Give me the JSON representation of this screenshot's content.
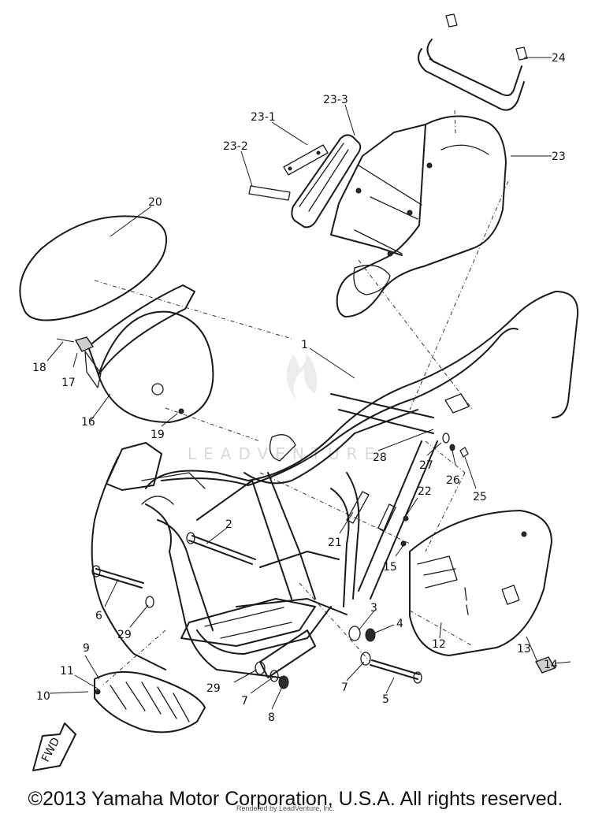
{
  "labels": [
    "1",
    "2",
    "3",
    "4",
    "5",
    "6",
    "7",
    "7",
    "8",
    "9",
    "10",
    "11",
    "12",
    "13",
    "14",
    "15",
    "16",
    "17",
    "18",
    "19",
    "20",
    "21",
    "22",
    "23",
    "23-1",
    "23-2",
    "23-3",
    "24",
    "25",
    "26",
    "27",
    "28",
    "29",
    "29"
  ],
  "fwd": "FWD",
  "watermark": "LEADVENTURE",
  "copyright": "©2013 Yamaha Motor Corporation, U.S.A. All rights reserved.",
  "credit": "Rendered by LeadVenture, Inc."
}
